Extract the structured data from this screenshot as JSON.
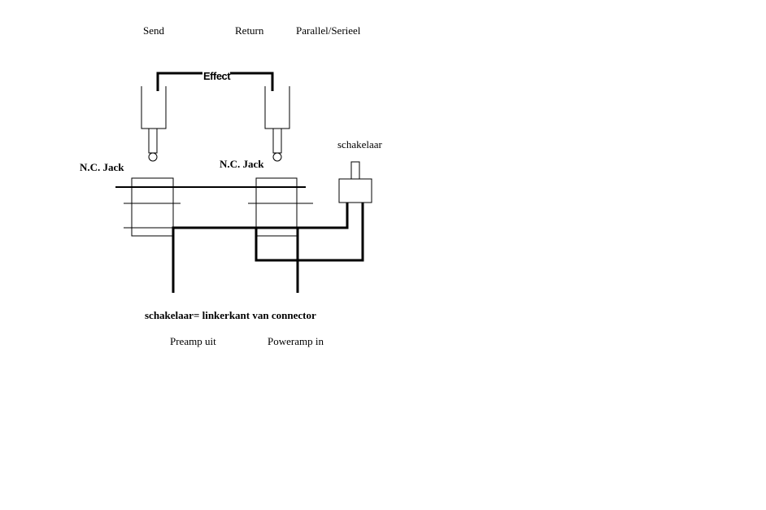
{
  "labels": {
    "send": "Send",
    "return": "Return",
    "parallel_serial": "Parallel/Serieel",
    "effect": "Effect",
    "switch": "schakelaar",
    "nc_jack_left": "N.C. Jack",
    "nc_jack_right": "N.C. Jack",
    "note": "schakelaar= linkerkant van connector",
    "preamp_out": "Preamp uit",
    "poweramp_in": "Poweramp in"
  },
  "colors": {
    "line": "#000000",
    "background": "#ffffff"
  }
}
